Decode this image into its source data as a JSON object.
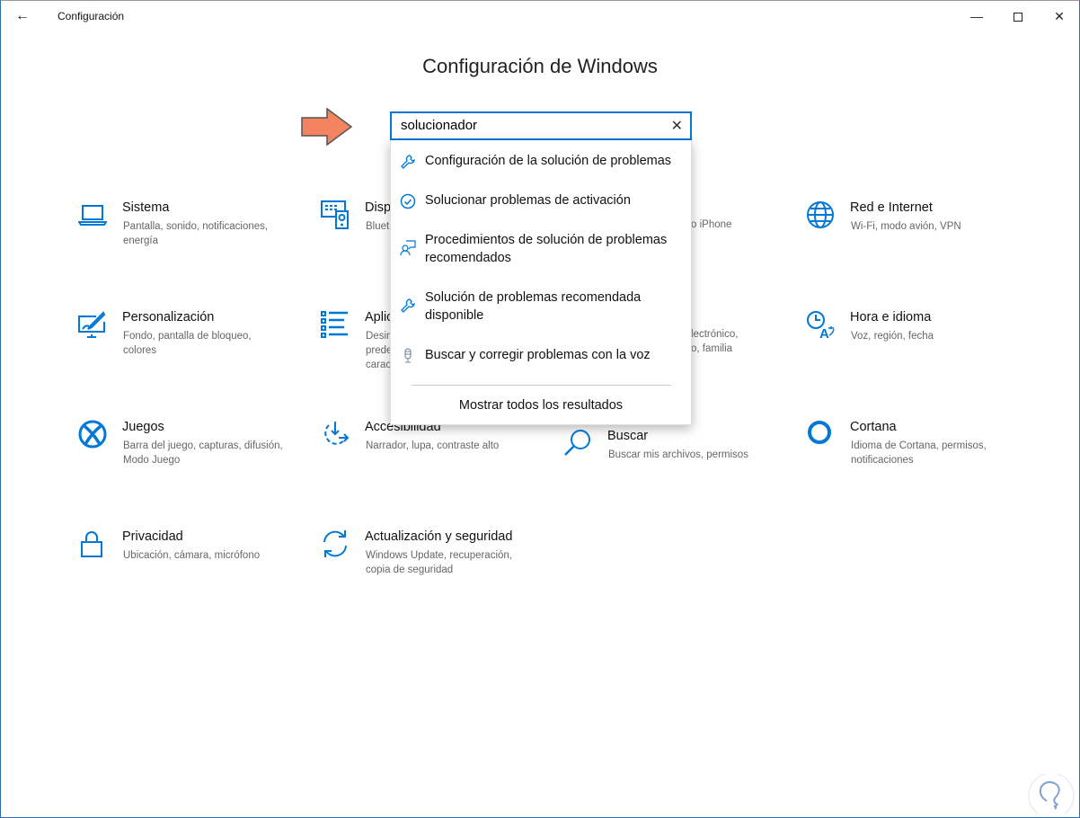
{
  "window": {
    "title": "Configuración",
    "back_icon": "arrow-left-icon",
    "controls": [
      "minimize",
      "maximize",
      "close"
    ]
  },
  "page_title": "Configuración de Windows",
  "search": {
    "value": "solucionador",
    "clear_icon": "close-icon"
  },
  "accent": "#0078d7",
  "annotation_arrow_color": "#f4845f",
  "suggestions": [
    {
      "label": "Configuración de la solución de problemas",
      "icon": "wrench-icon"
    },
    {
      "label": "Solucionar problemas de activación",
      "icon": "check-circle-icon"
    },
    {
      "label": "Procedimientos de solución de problemas recomendados",
      "icon": "person-feedback-icon"
    },
    {
      "label": "Solución de problemas recomendada disponible",
      "icon": "wrench-icon"
    },
    {
      "label": "Buscar y corregir problemas con la voz",
      "icon": "microphone-icon"
    }
  ],
  "show_all": "Mostrar todos los resultados",
  "tiles": {
    "sistema": {
      "title": "Sistema",
      "desc": "Pantalla, sonido, notificaciones, energía"
    },
    "dispositivos": {
      "title": "Disp",
      "desc": "Bluet"
    },
    "telefono": {
      "desc": "o iPhone"
    },
    "red": {
      "title": "Red e Internet",
      "desc": "Wi-Fi, modo avión, VPN"
    },
    "personalizacion": {
      "title": "Personalización",
      "desc": "Fondo, pantalla de bloqueo, colores"
    },
    "aplicaciones": {
      "title": "Aplic",
      "desc1": "Desin",
      "desc2": "prede",
      "desc3": "carac"
    },
    "cuentas": {
      "desc1": "lectrónico,",
      "desc2": "o, familia"
    },
    "hora": {
      "title": "Hora e idioma",
      "desc": "Voz, región, fecha"
    },
    "juegos": {
      "title": "Juegos",
      "desc": "Barra del juego, capturas, difusión, Modo Juego"
    },
    "accesibilidad": {
      "title": "Accesibilidad",
      "desc": "Narrador, lupa, contraste alto"
    },
    "buscar": {
      "title": "Buscar",
      "desc": "Buscar mis archivos, permisos"
    },
    "cortana": {
      "title": "Cortana",
      "desc": "Idioma de Cortana, permisos, notificaciones"
    },
    "privacidad": {
      "title": "Privacidad",
      "desc": "Ubicación, cámara, micrófono"
    },
    "actualizacion": {
      "title": "Actualización y seguridad",
      "desc": "Windows Update, recuperación, copia de seguridad"
    }
  }
}
